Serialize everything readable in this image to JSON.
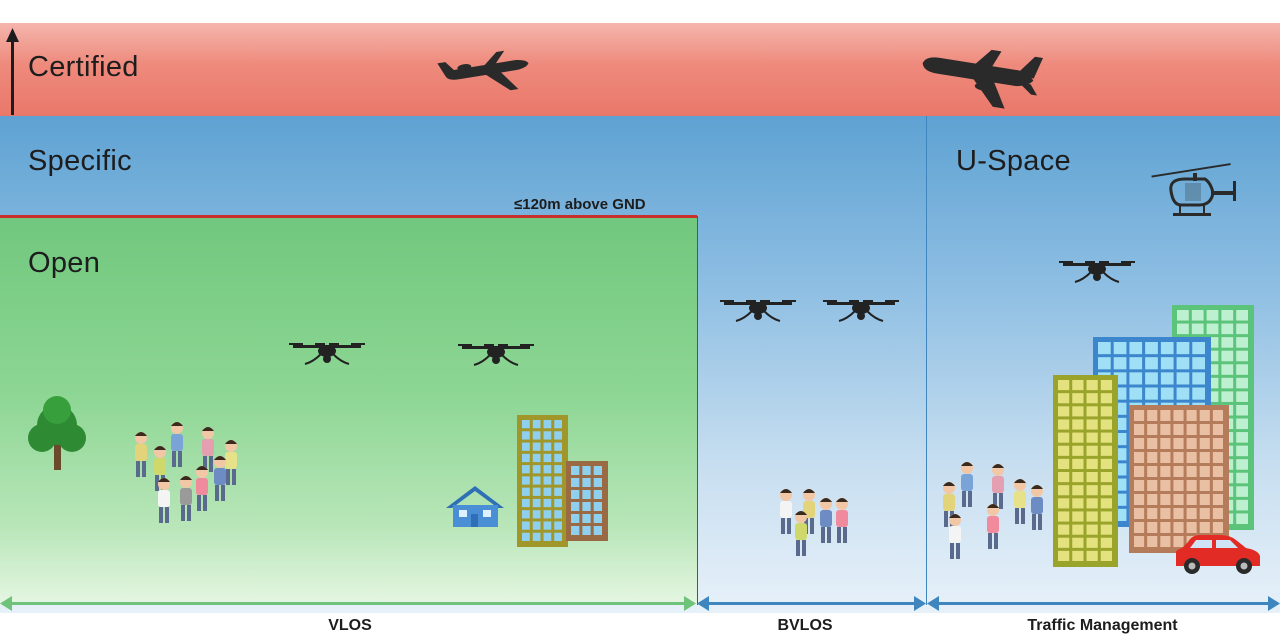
{
  "zones": {
    "certified": "Certified",
    "specific": "Specific",
    "open": "Open",
    "uspace": "U-Space"
  },
  "altitude_limit": "≤120m above GND",
  "ranges": {
    "vlos": "VLOS",
    "bvlos": "BVLOS",
    "traffic": "Traffic Management"
  },
  "colors": {
    "certified": "#ec8577",
    "specific": "#6aa8d6",
    "open": "#7fcf8a",
    "limit_line": "#c9302c",
    "vlos_arrow": "#6fc27a",
    "bvlos_arrow": "#3f86bf"
  },
  "icons": [
    "up-arrow-icon",
    "airliner-icon",
    "business-jet-icon",
    "helicopter-icon",
    "drone-icon",
    "tree-icon",
    "house-icon",
    "building-icon",
    "people-icon",
    "car-icon"
  ]
}
